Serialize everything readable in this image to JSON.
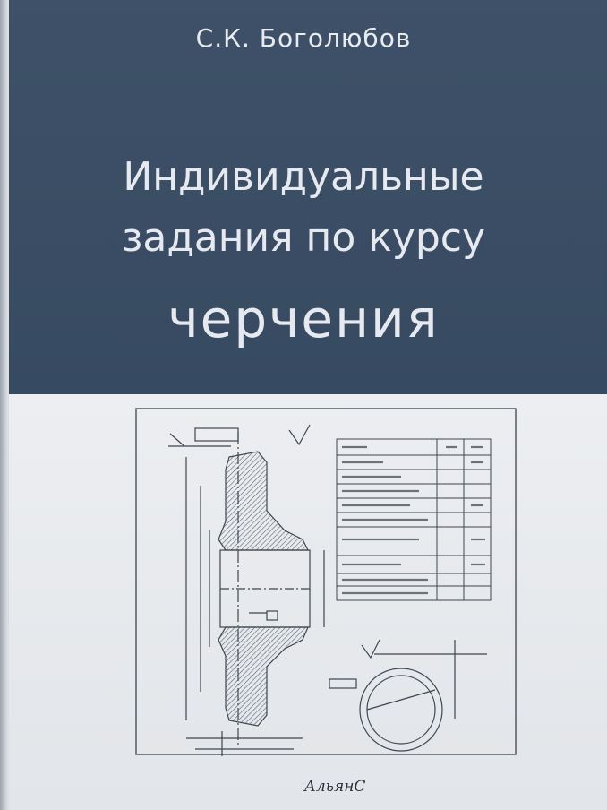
{
  "cover": {
    "author": "С.К. Боголюбов",
    "title_line1": "Индивидуальные",
    "title_line2": "задания по курсу",
    "title_line3": "черчения",
    "publisher": "АльянС"
  },
  "colors": {
    "top_band": "#3b4e65",
    "bottom_panel": "#e6e8ec",
    "title_text": "#e6eaf0"
  }
}
